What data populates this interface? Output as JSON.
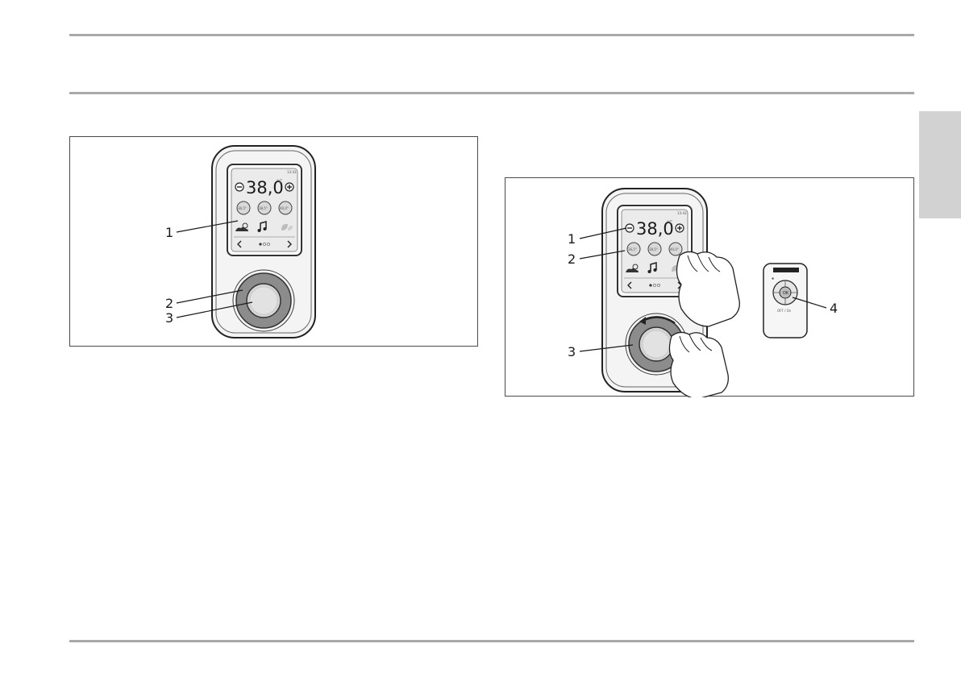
{
  "figure_left": {
    "screen": {
      "time": "13:43",
      "temperature": "38,0",
      "unit": "°C",
      "presets": [
        "36,5°",
        "38,5°",
        "40,0°"
      ],
      "minus_symbol": "−",
      "plus_symbol": "+"
    },
    "callouts": [
      "1",
      "2",
      "3"
    ]
  },
  "figure_right": {
    "screen": {
      "time": "13:43",
      "temperature": "38,0",
      "unit": "°C",
      "presets": [
        "36,5°",
        "38,5°",
        "40,0°"
      ],
      "minus_symbol": "−",
      "plus_symbol": "+"
    },
    "callouts": [
      "1",
      "2",
      "3",
      "4"
    ],
    "remote": {
      "button_label": "OK",
      "bottom_label": "OFF / On"
    }
  }
}
